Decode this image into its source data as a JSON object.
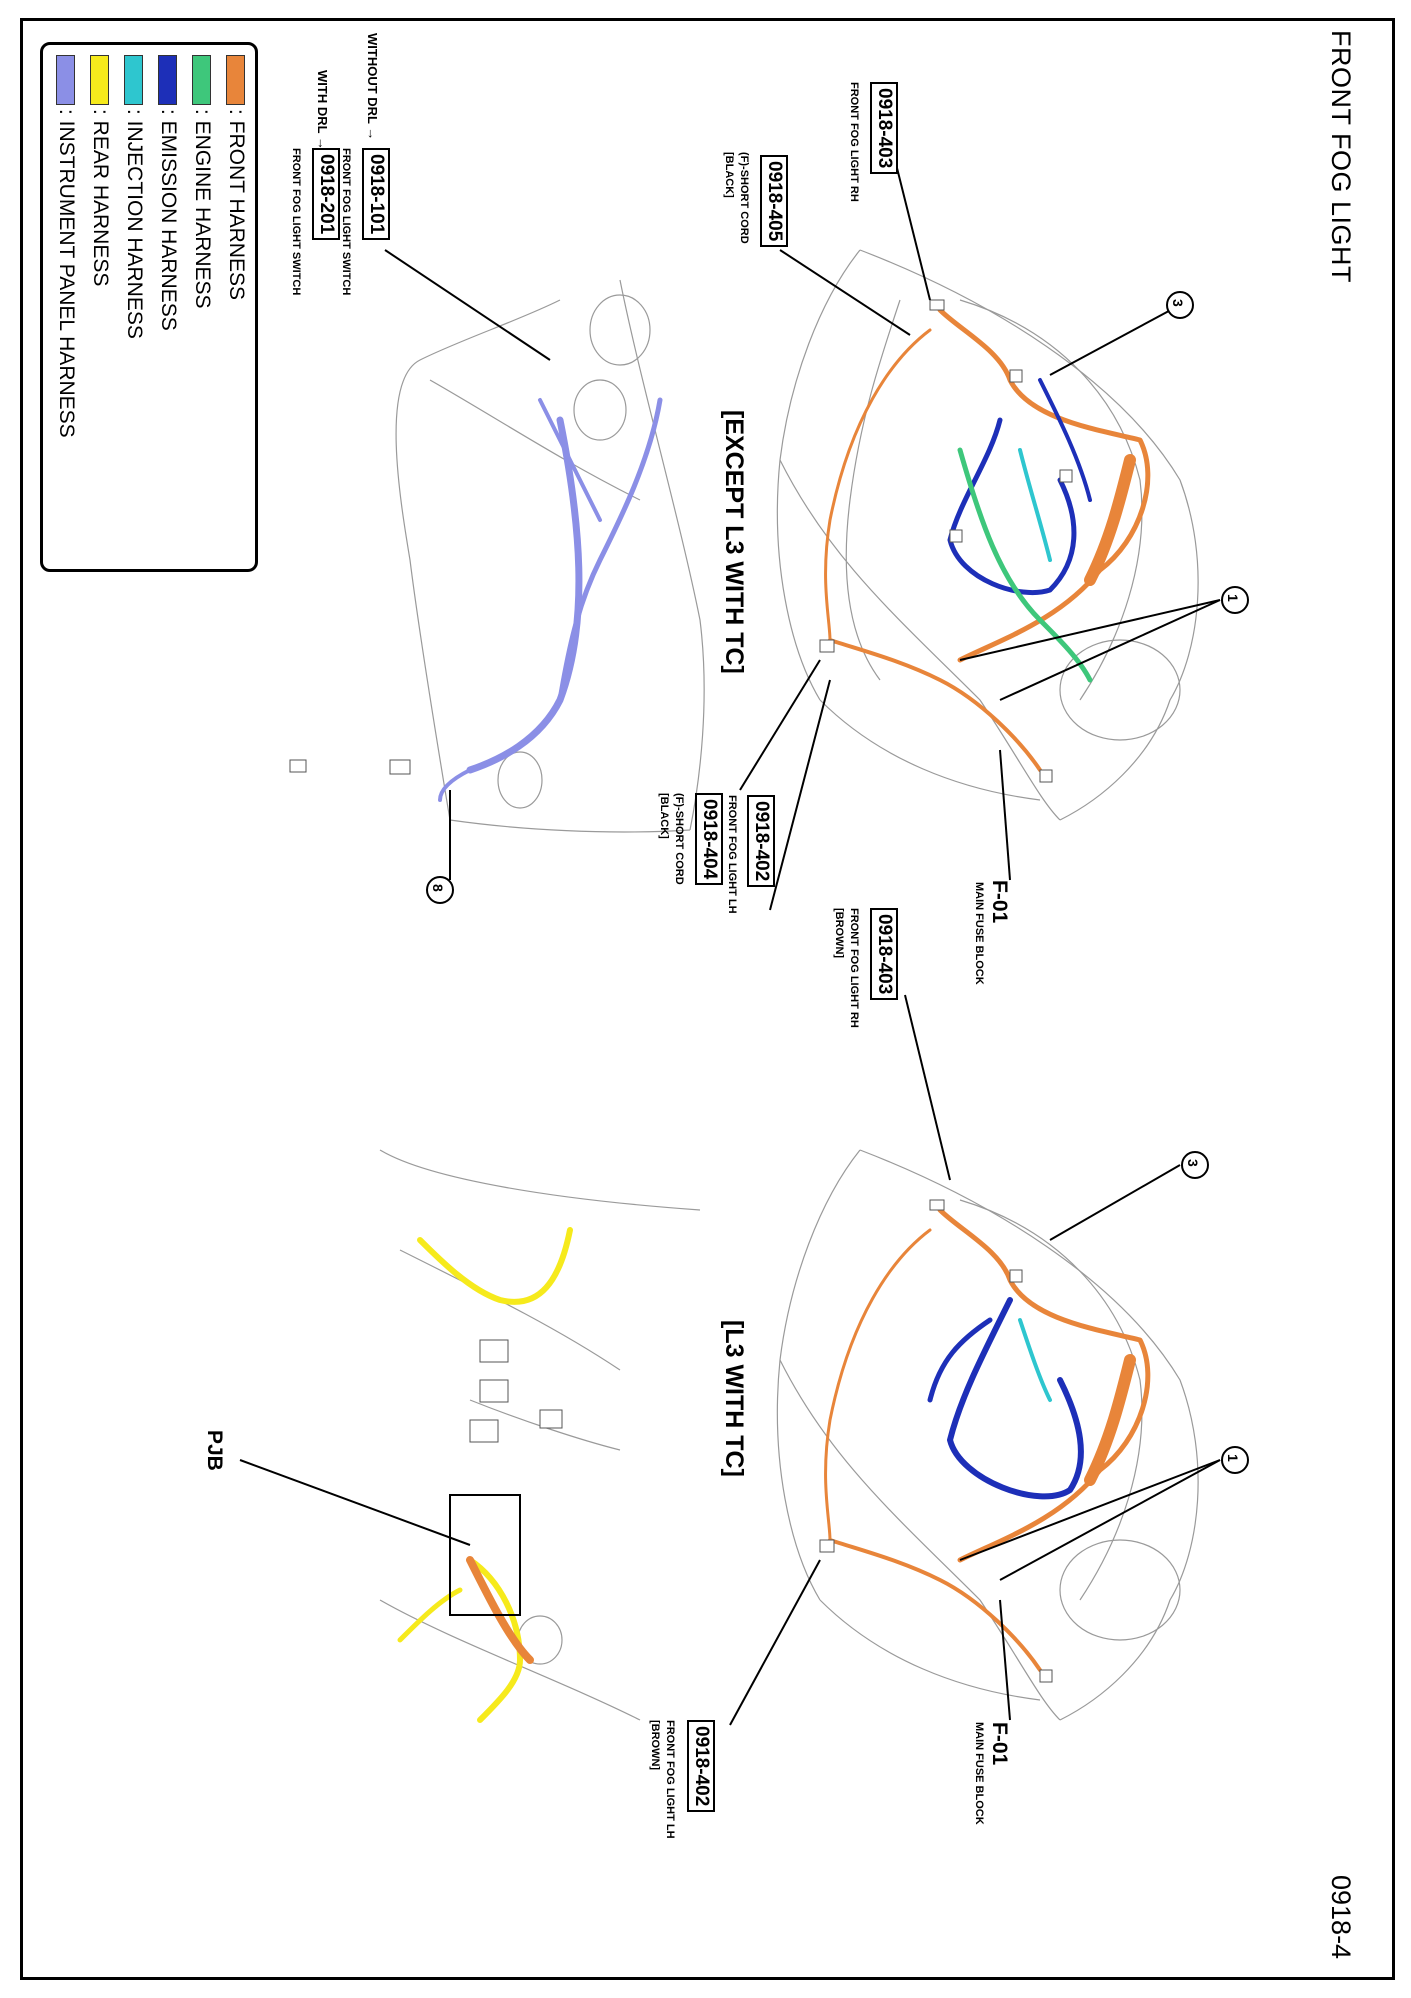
{
  "header": {
    "title": "FRONT FOG LIGHT",
    "page_number": "0918-4"
  },
  "legend": [
    {
      "label": ": FRONT HARNESS",
      "color": "#e8853a"
    },
    {
      "label": ": ENGINE HARNESS",
      "color": "#3ec77b"
    },
    {
      "label": ": EMISSION HARNESS",
      "color": "#1d2fb8"
    },
    {
      "label": ": INJECTION HARNESS",
      "color": "#2ec6cf"
    },
    {
      "label": ": REAR HARNESS",
      "color": "#f6ea1c"
    },
    {
      "label": ": INSTRUMENT PANEL HARNESS",
      "color": "#8b8fe6"
    }
  ],
  "sections": {
    "except_l3": "[EXCEPT L3 WITH TC]",
    "l3": "[L3 WITH TC]"
  },
  "connectors": {
    "c0918_403_top": {
      "code": "0918-403",
      "desc": "FRONT FOG LIGHT RH"
    },
    "c0918_405": {
      "code": "0918-405",
      "desc1": "(F)-SHORT CORD",
      "desc2": "[BLACK]"
    },
    "c0918_101": {
      "code": "0918-101",
      "prefix": "WITHOUT DRL",
      "desc": "FRONT FOG LIGHT SWITCH"
    },
    "c0918_201": {
      "code": "0918-201",
      "prefix": "WITH DRL",
      "desc": "FRONT FOG LIGHT SWITCH"
    },
    "c0918_404": {
      "code": "0918-404",
      "desc1": "(F)-SHORT CORD",
      "desc2": "[BLACK]"
    },
    "c0918_402_top": {
      "code": "0918-402",
      "desc": "FRONT FOG LIGHT LH"
    },
    "c0918_403_bottom": {
      "code": "0918-403",
      "desc1": "FRONT FOG LIGHT RH",
      "desc2": "[BROWN]"
    },
    "c0918_402_bottom": {
      "code": "0918-402",
      "desc1": "FRONT FOG LIGHT LH",
      "desc2": "[BROWN]"
    }
  },
  "fuse_blocks": {
    "top": {
      "code": "F-01",
      "desc": "MAIN FUSE BLOCK"
    },
    "bottom": {
      "code": "F-01",
      "desc": "MAIN FUSE BLOCK"
    }
  },
  "pjb": "PJB",
  "circles": {
    "c3_top": "3",
    "c1_top": "1",
    "c8": "8",
    "c3_bottom": "3",
    "c1_bottom": "1"
  },
  "arrow_glyph": "→"
}
